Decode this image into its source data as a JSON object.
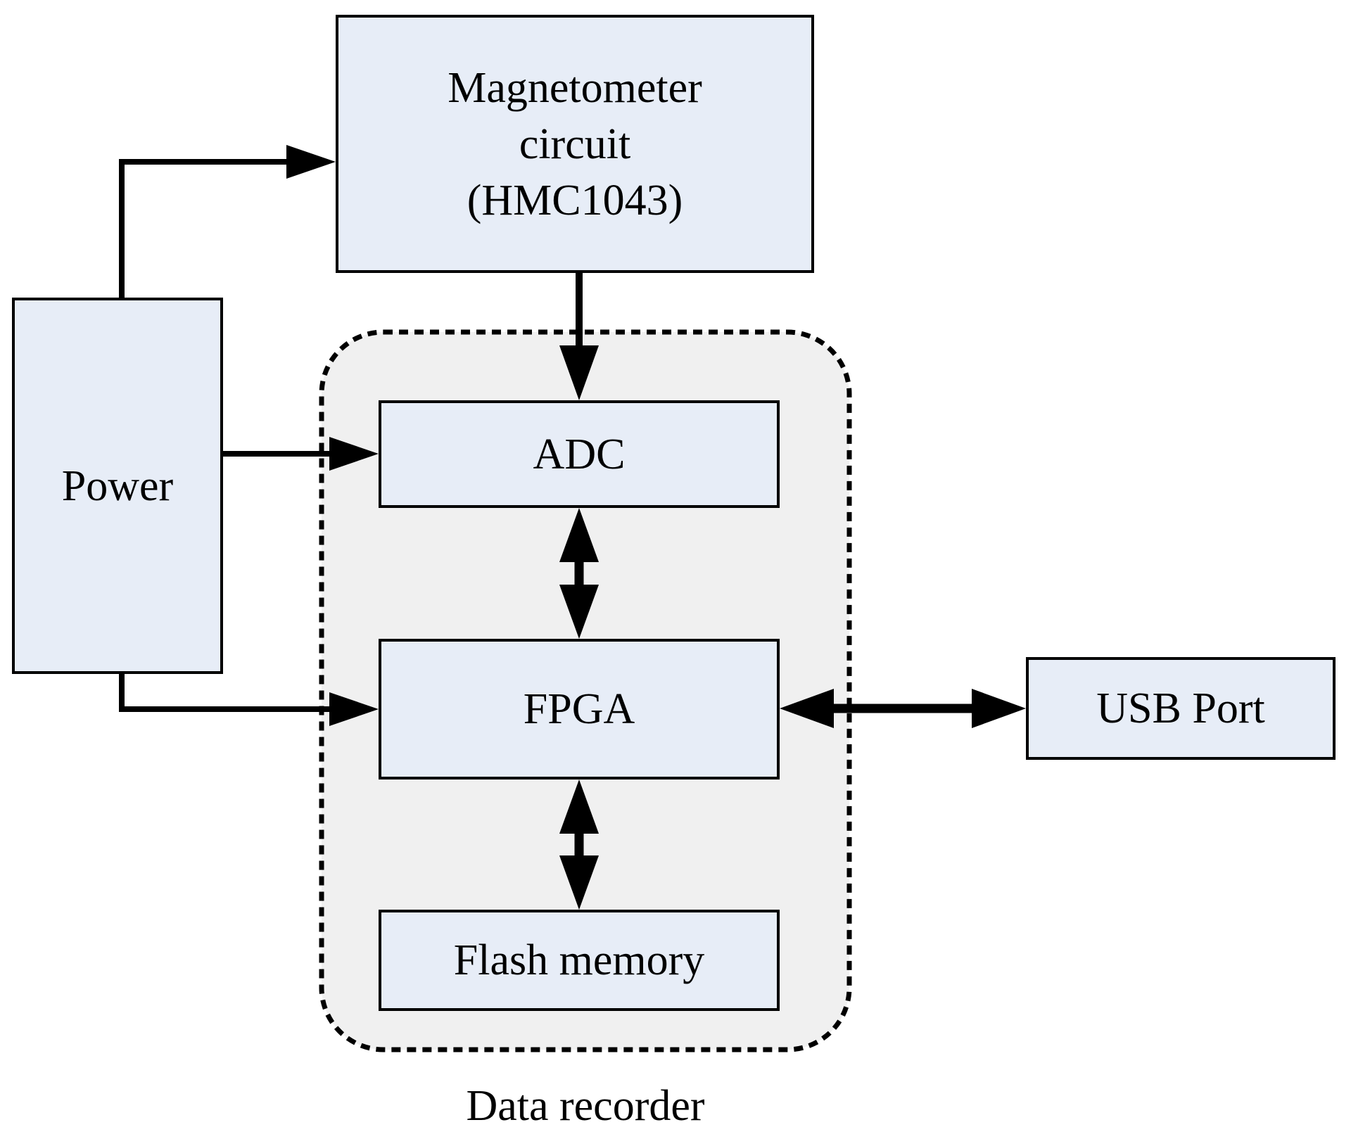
{
  "diagram": {
    "nodes": {
      "magnetometer": {
        "lines": [
          "Magnetometer",
          "circuit",
          "(HMC1043)"
        ]
      },
      "power": {
        "label": "Power"
      },
      "adc": {
        "label": "ADC"
      },
      "fpga": {
        "label": "FPGA"
      },
      "flash_memory": {
        "label": "Flash memory"
      },
      "usb_port": {
        "label": "USB Port"
      },
      "data_recorder": {
        "label": "Data recorder"
      }
    },
    "connections": [
      {
        "from": "power",
        "to": "magnetometer",
        "direction": "one-way"
      },
      {
        "from": "magnetometer",
        "to": "adc",
        "direction": "one-way"
      },
      {
        "from": "power",
        "to": "adc",
        "direction": "one-way"
      },
      {
        "from": "power",
        "to": "fpga",
        "direction": "one-way"
      },
      {
        "from": "adc",
        "to": "fpga",
        "direction": "two-way"
      },
      {
        "from": "fpga",
        "to": "flash_memory",
        "direction": "two-way"
      },
      {
        "from": "fpga",
        "to": "usb_port",
        "direction": "two-way"
      }
    ],
    "colors": {
      "node_fill": "#e7edf7",
      "node_border": "#000000",
      "container_fill": "#f0f0f0",
      "container_border": "#000000",
      "arrow": "#000000",
      "background": "#ffffff"
    }
  }
}
